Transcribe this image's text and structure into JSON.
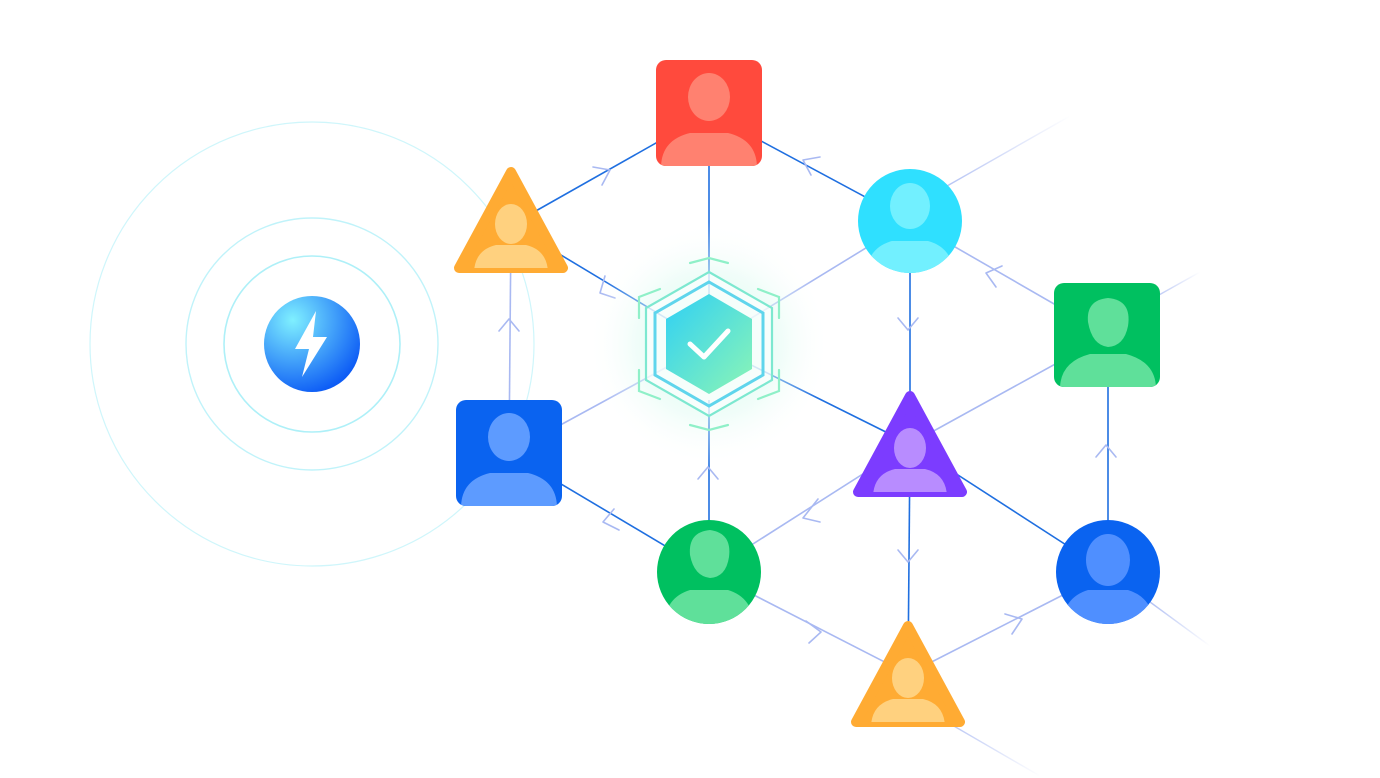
{
  "diagram": {
    "center": {
      "icon": "checkmark-hexagon-icon",
      "color_start": "#38d6f2",
      "color_end": "#8cf2b8"
    },
    "source": {
      "icon": "lightning-bolt-icon",
      "color_start": "#7ff0ff",
      "color_end": "#0d5cf5"
    },
    "nodes": [
      {
        "id": "top-square",
        "shape": "square",
        "icon": "person-icon",
        "color": "#ff4a3d",
        "figure": "#ff8170"
      },
      {
        "id": "upper-left-triangle",
        "shape": "triangle",
        "icon": "person-icon",
        "color": "#ffab33",
        "figure": "#ffd17f"
      },
      {
        "id": "upper-right-circle",
        "shape": "circle",
        "icon": "person-icon",
        "color": "#2fe0ff",
        "figure": "#72f0ff"
      },
      {
        "id": "right-square",
        "shape": "square",
        "icon": "person-icon",
        "color": "#00c060",
        "figure": "#5fe09a"
      },
      {
        "id": "left-square",
        "shape": "square",
        "icon": "person-icon",
        "color": "#0a63f0",
        "figure": "#5d9bff"
      },
      {
        "id": "middle-triangle",
        "shape": "triangle",
        "icon": "person-icon",
        "color": "#7c3cff",
        "figure": "#b88cff"
      },
      {
        "id": "lower-circle",
        "shape": "circle",
        "icon": "person-icon",
        "color": "#00c060",
        "figure": "#5fe09a"
      },
      {
        "id": "lower-right-circle",
        "shape": "circle",
        "icon": "person-icon",
        "color": "#0a63f0",
        "figure": "#4f8fff"
      },
      {
        "id": "bottom-triangle",
        "shape": "triangle",
        "icon": "person-icon",
        "color": "#ffab33",
        "figure": "#ffd17f"
      }
    ],
    "colors": {
      "edge_dark": "#1f6fe0",
      "edge_light": "#a9b9f2",
      "ring": "#c9f6fb",
      "glow": "#bdf7e0"
    }
  }
}
